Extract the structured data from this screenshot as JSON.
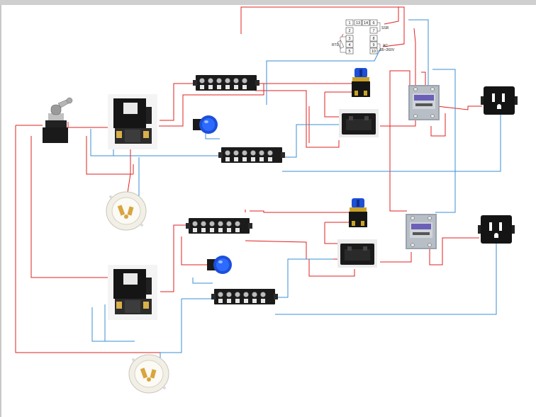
{
  "colors": {
    "frame_top": "#cfcfcf",
    "frame_left": "#c8c8c8",
    "live_wire": "#e02020",
    "neutral_wire": "#3a8fd6",
    "component_black": "#1a1a1a",
    "indicator_blue": "#1d4fd8",
    "ssr_gray": "#9aa3ad",
    "ssr_label": "#6b5fb8"
  },
  "controller": {
    "left_terminals": [
      "1",
      "2",
      "3",
      "4",
      "5"
    ],
    "top_terminals": [
      "13",
      "14"
    ],
    "right_terminals": [
      "6",
      "7",
      "8",
      "9",
      "10"
    ],
    "ssr_label": "SSR",
    "ac_label": "AC",
    "voltage_label": "85~260V",
    "rtd_label": "RTD"
  },
  "components": [
    {
      "id": "key-switch",
      "icon": "key-switch-icon"
    },
    {
      "id": "contactor-top",
      "icon": "contactor-icon"
    },
    {
      "id": "contactor-bottom",
      "icon": "contactor-icon"
    },
    {
      "id": "inlet-top",
      "icon": "twist-lock-inlet-icon"
    },
    {
      "id": "inlet-bottom",
      "icon": "twist-lock-inlet-icon"
    },
    {
      "id": "terminal-block-1",
      "icon": "terminal-block-icon"
    },
    {
      "id": "terminal-block-2",
      "icon": "terminal-block-icon"
    },
    {
      "id": "terminal-block-3",
      "icon": "terminal-block-icon"
    },
    {
      "id": "terminal-block-4",
      "icon": "terminal-block-icon"
    },
    {
      "id": "indicator-light-top",
      "icon": "indicator-light-icon"
    },
    {
      "id": "indicator-light-bottom",
      "icon": "indicator-light-icon"
    },
    {
      "id": "selector-switch-top",
      "icon": "selector-switch-icon"
    },
    {
      "id": "selector-switch-bottom",
      "icon": "selector-switch-icon"
    },
    {
      "id": "pid-controller-top",
      "icon": "temperature-controller-icon"
    },
    {
      "id": "pid-controller-bottom",
      "icon": "temperature-controller-icon"
    },
    {
      "id": "ssr-top",
      "icon": "solid-state-relay-icon"
    },
    {
      "id": "ssr-bottom",
      "icon": "solid-state-relay-icon"
    },
    {
      "id": "outlet-top",
      "icon": "panel-outlet-icon"
    },
    {
      "id": "outlet-bottom",
      "icon": "panel-outlet-icon"
    }
  ]
}
